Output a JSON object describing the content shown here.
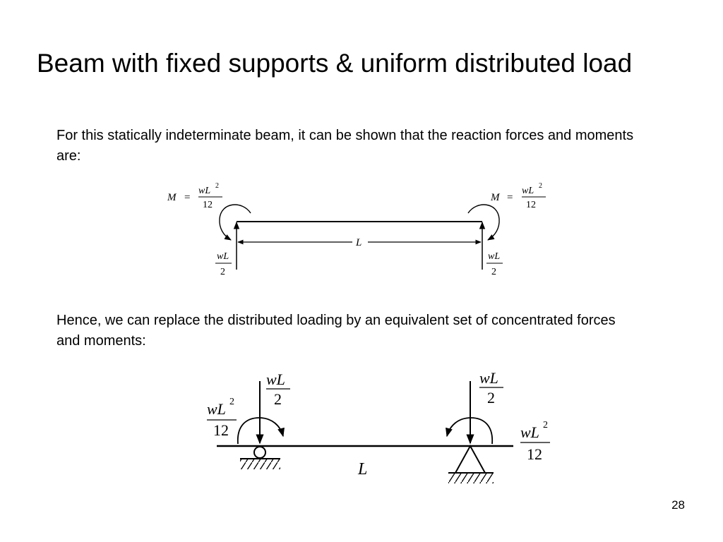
{
  "slide": {
    "title": "Beam with fixed supports & uniform distributed load",
    "paragraph_1": "For this statically indeterminate beam, it can be shown that the reaction forces and moments are:",
    "paragraph_2": "Hence, we can replace the distributed loading by an equivalent set of concentrated forces and moments:",
    "page_number": "28"
  },
  "figure_1": {
    "moment_label": "M",
    "equals": "=",
    "moment_num": "wL",
    "moment_exp": "2",
    "moment_den": "12",
    "span_label": "L",
    "reaction_num": "wL",
    "reaction_den": "2"
  },
  "figure_2": {
    "force_num": "wL",
    "force_den": "2",
    "moment_num": "wL",
    "moment_exp": "2",
    "moment_den": "12",
    "span_label": "L"
  }
}
